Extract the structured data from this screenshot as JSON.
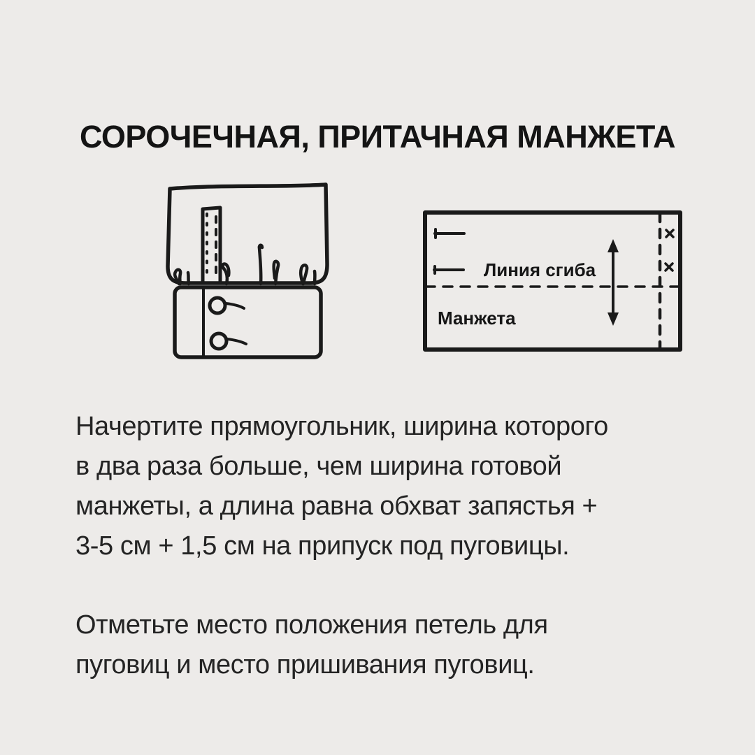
{
  "canvas": {
    "background": "#edebe9",
    "ink_color": "#1a1a1a",
    "text_color": "#242424"
  },
  "title": "СОРОЧЕЧНАЯ, ПРИТАЧНАЯ МАНЖЕТА",
  "figures": {
    "sleeve_cuff_drawing": {
      "description_icons": [
        "sleeve-outline",
        "placket-strip",
        "gather-squiggles",
        "cuff-rectangle",
        "keyhole-buttonholes"
      ]
    },
    "cuff_pattern_drawing": {
      "fold_line_label": "Линия сгиба",
      "cuff_label": "Манжета",
      "marks": [
        "buttonhole-mark",
        "buttonhole-mark",
        "fold-dashed-line",
        "width-arrow",
        "seam-allowance-dashed-line",
        "button-x-mark",
        "button-x-mark"
      ]
    }
  },
  "paragraphs": {
    "p1": {
      "lines": [
        "Начертите прямоугольник, ширина которого",
        "в два раза больше, чем ширина готовой",
        "манжеты, а длина равна обхват запястья +",
        "3-5 см + 1,5 см на припуск под пуговицы."
      ]
    },
    "p2": {
      "lines": [
        "Отметьте место положения петель для",
        "пуговиц и место пришивания пуговиц."
      ]
    }
  }
}
